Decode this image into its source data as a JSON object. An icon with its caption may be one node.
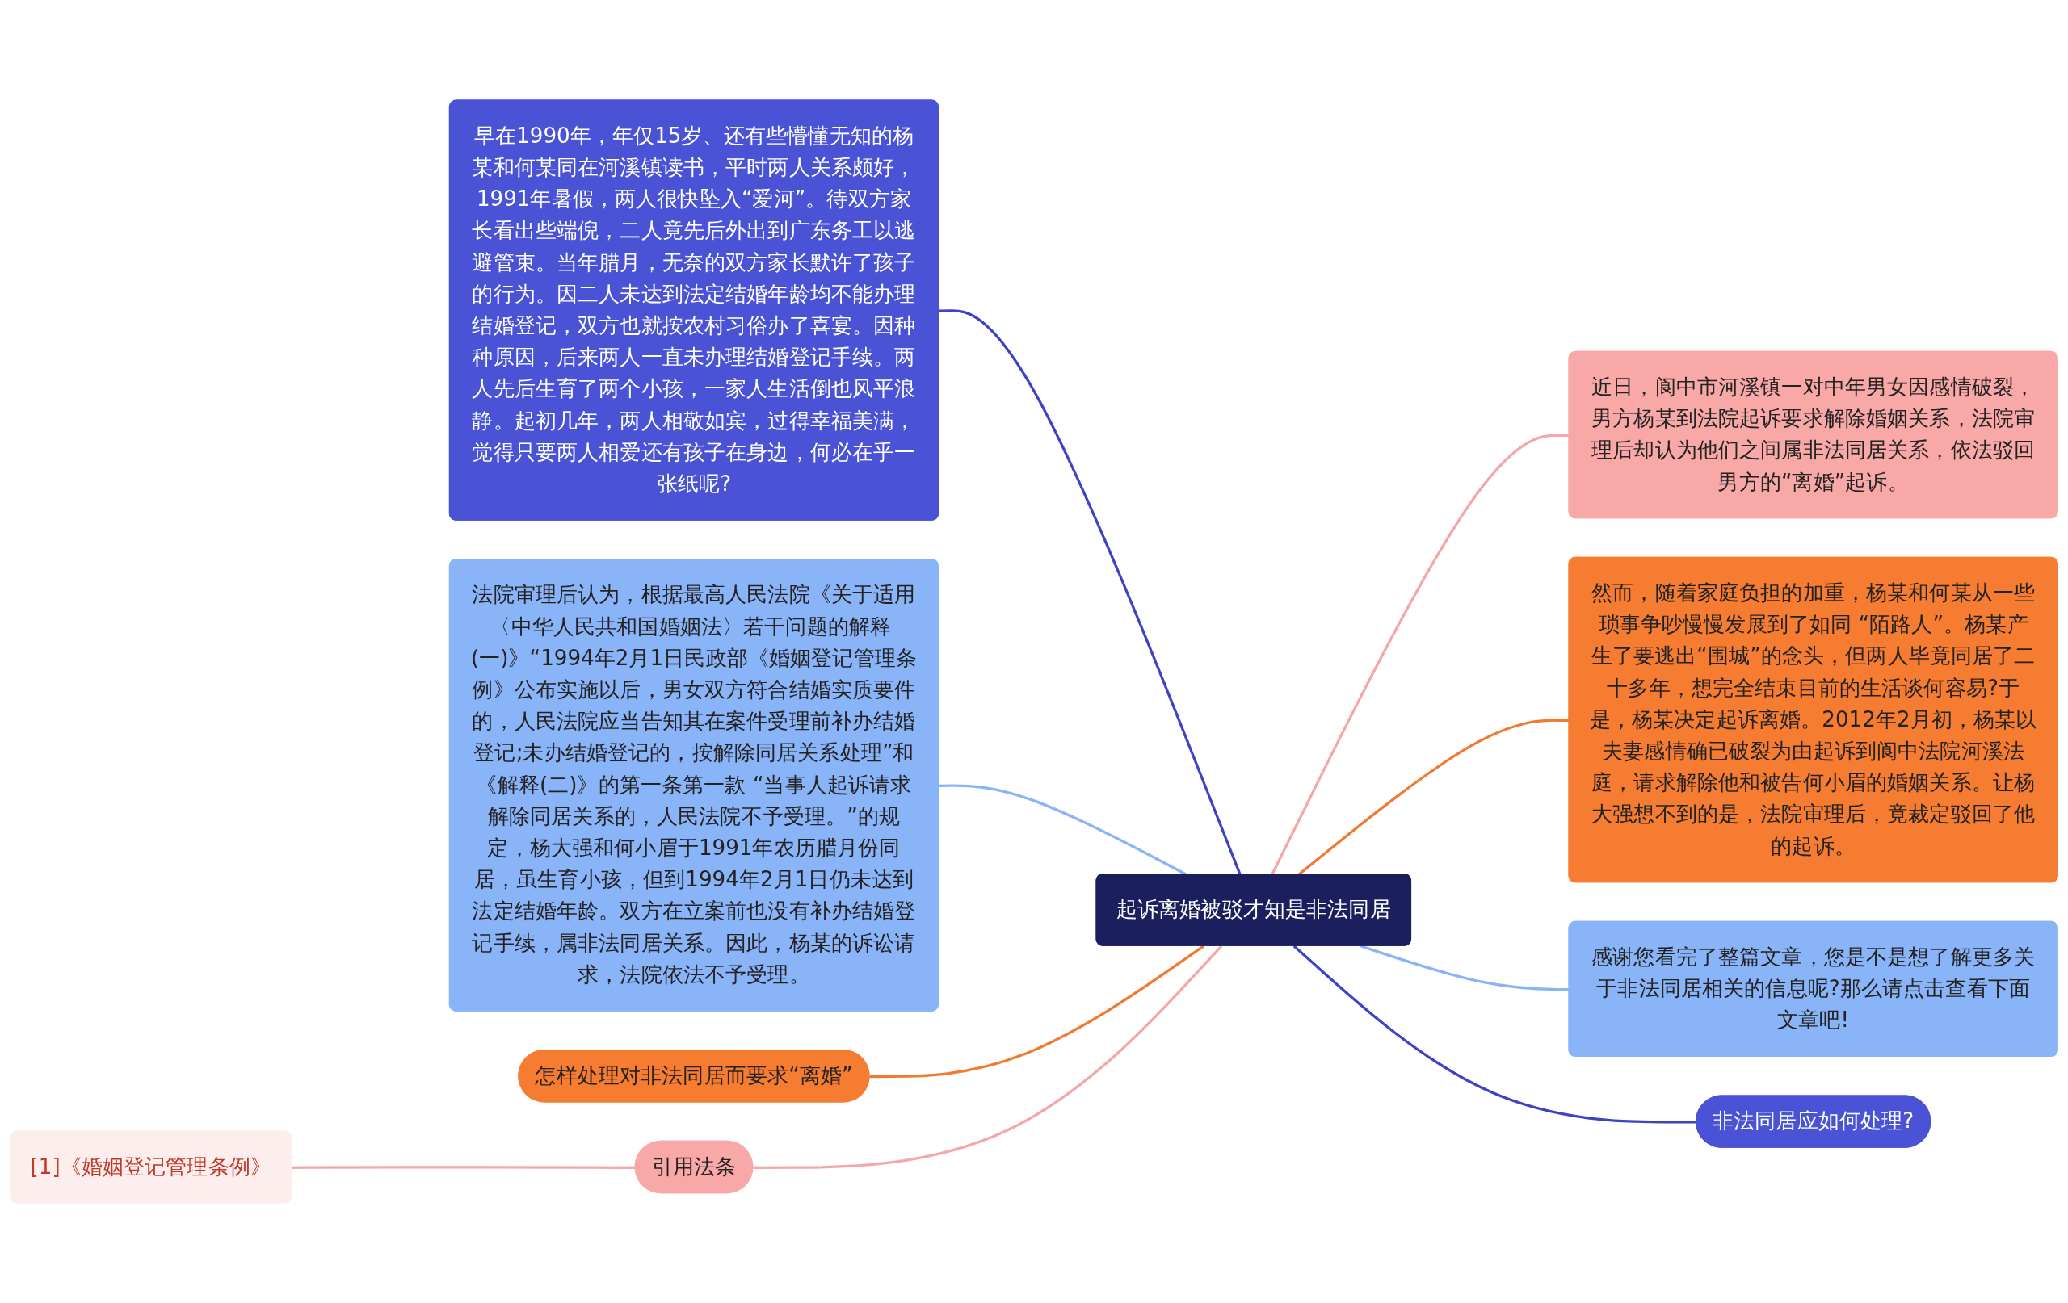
{
  "diagram": {
    "nodes": [
      {
        "text": [
          "起诉离婚被驳才知是非法同居"
        ]
      },
      {
        "text": [
          "早在1990年，年仅15岁、还有些懵懂无知的杨某和何某同在河溪镇读书，平时两人关系颇好，1991年暑假，两人很快坠入“爱河”。待双方家长看出些端倪，二人竟先后外出到广东务工以逃避管束。当年腊月，无奈的双方家长默许了孩子的行为。因二人未达到法定结婚年龄均不能办理结婚登记，双方也就按农村习俗办了喜宴。因种种原因，后来两人一直未办理结婚登记手续。两人先后生育了两个小孩，一家人生活倒也风平浪静。起初几年，两人相敬如宾，过得幸福美满，觉得只要两人相爱还有孩子在身边，何必在乎一张纸呢?"
        ]
      },
      {
        "text": [
          "法院审理后认为，根据最高人民法院《关于适用〈中华人民共和国婚姻法〉若干问题的解释 (一)》“1994年2月1日民政部《婚姻登记管理条例》公布实施以后，男女双方符合结婚实质要件的，人民法院应当告知其在案件受理前补办结婚登记;未办结婚登记的，按解除同居关系处理”和《解释(二)》的第一条第一款 “当事人起诉请求解除同居关系的，人民法院不予受理。”的规定，杨大强和何小眉于1991年农历腊月份同居，虽生育小孩，但到1994年2月1日仍未达到法定结婚年龄。双方在立案前也没有补办结婚登记手续，属非法同居关系。因此，杨某的诉讼请求，法院依法不予受理。"
        ]
      },
      {
        "text": [
          "怎样处理对非法同居而要求“离婚”"
        ]
      },
      {
        "text": [
          "引用法条"
        ]
      },
      {
        "text": [
          "[1]《婚姻登记管理条例》"
        ]
      },
      {
        "text": [
          "近日，阆中市河溪镇一对中年男女因感情破裂，男方杨某到法院起诉要求解除婚姻关系，法院审理后却认为他们之间属非法同居关系，依法驳回男方的“离婚”起诉。"
        ]
      },
      {
        "text": [
          "然而，随着家庭负担的加重，杨某和何某从一些琐事争吵慢慢发展到了如同 “陌路人”。杨某产生了要逃出“围城”的念头，但两人毕竟同居了二十多年，想完全结束目前的生活谈何容易?于是，杨某决定起诉离婚。2012年2月初，杨某以夫妻感情确已破裂为由起诉到阆中法院河溪法庭，请求解除他和被告何小眉的婚姻关系。让杨大强想不到的是，法院审理后，竟裁定驳回了他的起诉。"
        ]
      },
      {
        "text": [
          "感谢您看完了整篇文章，您是不是想了解更多关于非法同居相关的信息呢?那么请点击查看下面文章吧!"
        ]
      },
      {
        "text": [
          "非法同居应如何处理?"
        ]
      }
    ],
    "edges": [
      {
        "from": 0,
        "to": 1,
        "arrow": "none",
        "color": "#3d44c4"
      },
      {
        "from": 0,
        "to": 2,
        "arrow": "none",
        "color": "#8ab4f8"
      },
      {
        "from": 0,
        "to": 3,
        "arrow": "none",
        "color": "#f07a30"
      },
      {
        "from": 0,
        "to": 4,
        "arrow": "none",
        "color": "#f4a7a7"
      },
      {
        "from": 4,
        "to": 5,
        "arrow": "none",
        "color": "#f4a7a7"
      },
      {
        "from": 0,
        "to": 6,
        "arrow": "none",
        "color": "#f4a7a7"
      },
      {
        "from": 0,
        "to": 7,
        "arrow": "none",
        "color": "#f07a30"
      },
      {
        "from": 0,
        "to": 8,
        "arrow": "none",
        "color": "#8ab4f8"
      },
      {
        "from": 0,
        "to": 9,
        "arrow": "none",
        "color": "#3d44c4"
      }
    ]
  }
}
